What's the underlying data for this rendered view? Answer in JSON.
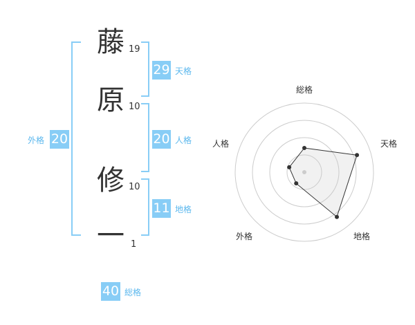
{
  "name_chars": [
    {
      "char": "藤",
      "strokes": "19"
    },
    {
      "char": "原",
      "strokes": "10"
    },
    {
      "char": "修",
      "strokes": "10"
    },
    {
      "char": "一",
      "strokes": "1"
    }
  ],
  "kaku": {
    "tenkaku": {
      "value": "29",
      "label": "天格"
    },
    "jinkaku": {
      "value": "20",
      "label": "人格"
    },
    "chikaku": {
      "value": "11",
      "label": "地格"
    },
    "gaikaku": {
      "value": "20",
      "label": "外格"
    },
    "soukaku": {
      "value": "40",
      "label": "総格"
    }
  },
  "colors": {
    "bracket": "#88cdf6",
    "badge": "#88cdf6",
    "label": "#5cb8ee"
  },
  "chart_data": {
    "type": "radar",
    "axes": [
      "総格",
      "天格",
      "地格",
      "外格",
      "人格"
    ],
    "values": [
      0.35,
      0.8,
      0.8,
      0.2,
      0.23
    ],
    "rings": 4,
    "max": 1
  }
}
